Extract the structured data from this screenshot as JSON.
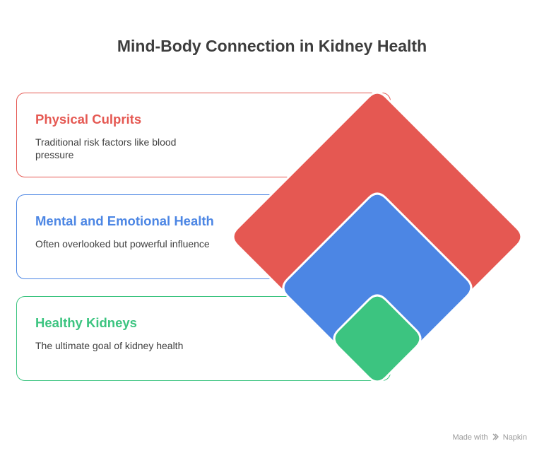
{
  "title": "Mind-Body Connection in Kidney Health",
  "items": [
    {
      "title": "Physical Culprits",
      "description": "Traditional risk factors like blood pressure",
      "color": "#E55852"
    },
    {
      "title": "Mental and Emotional Health",
      "description": "Often overlooked but powerful influence",
      "color": "#4C86E4"
    },
    {
      "title": "Healthy Kidneys",
      "description": "The ultimate goal of kidney health",
      "color": "#3CC480"
    }
  ],
  "footer": {
    "made_with": "Made with",
    "brand": "Napkin"
  }
}
